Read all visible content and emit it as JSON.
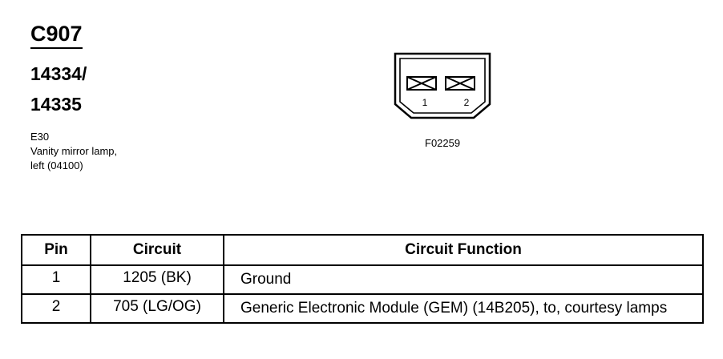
{
  "header": {
    "connector_id": "C907",
    "part_numbers": [
      "14334/",
      "14335"
    ],
    "description_lines": [
      "E30",
      "Vanity mirror lamp,",
      "left (04100)"
    ]
  },
  "diagram": {
    "pin_labels": [
      "1",
      "2"
    ],
    "figure_code": "F02259"
  },
  "table": {
    "headers": [
      "Pin",
      "Circuit",
      "Circuit Function"
    ],
    "rows": [
      {
        "pin": "1",
        "circuit": "1205 (BK)",
        "function": "Ground"
      },
      {
        "pin": "2",
        "circuit": "705 (LG/OG)",
        "function": "Generic Electronic Module (GEM) (14B205), to, courtesy lamps"
      }
    ]
  }
}
